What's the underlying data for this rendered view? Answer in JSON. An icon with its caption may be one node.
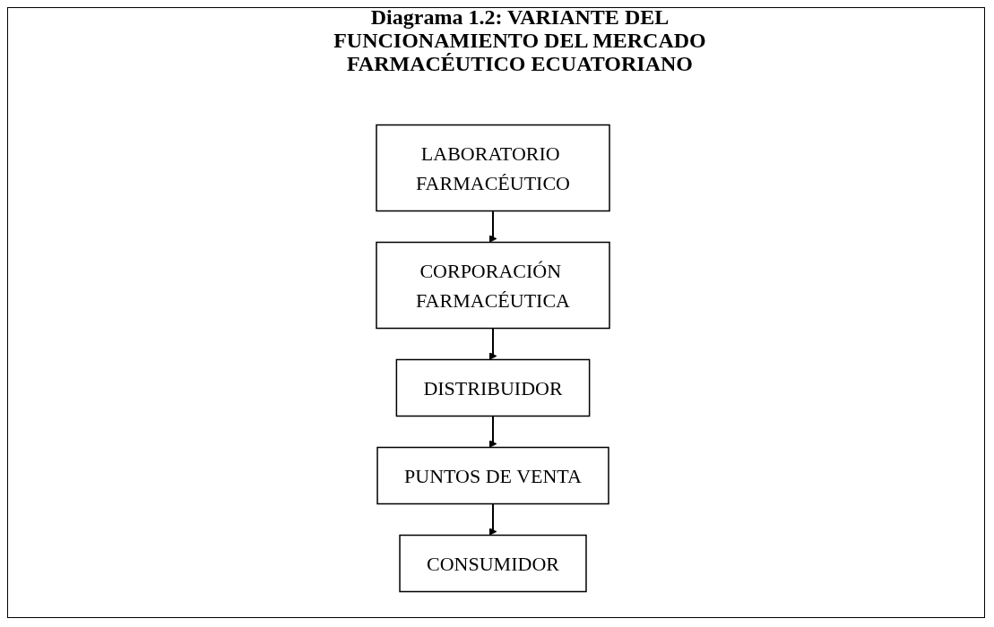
{
  "diagram": {
    "title": "Diagrama 1.2: VARIANTE DEL FUNCIONAMIENTO DEL MERCADO FARMACÉUTICO ECUATORIANO",
    "nodes": [
      {
        "text": [
          "LABORATORIO FARMACÉUTICO"
        ]
      },
      {
        "text": [
          "CORPORACIÓN FARMACÉUTICA"
        ]
      },
      {
        "text": [
          "DISTRIBUIDOR"
        ]
      },
      {
        "text": [
          "PUNTOS DE VENTA"
        ]
      },
      {
        "text": [
          "CONSUMIDOR"
        ]
      }
    ],
    "edges": [
      {
        "from": 0,
        "to": 1,
        "arrow": "to"
      },
      {
        "from": 1,
        "to": 2,
        "arrow": "to"
      },
      {
        "from": 2,
        "to": 3,
        "arrow": "to"
      },
      {
        "from": 3,
        "to": 4,
        "arrow": "to"
      }
    ]
  }
}
